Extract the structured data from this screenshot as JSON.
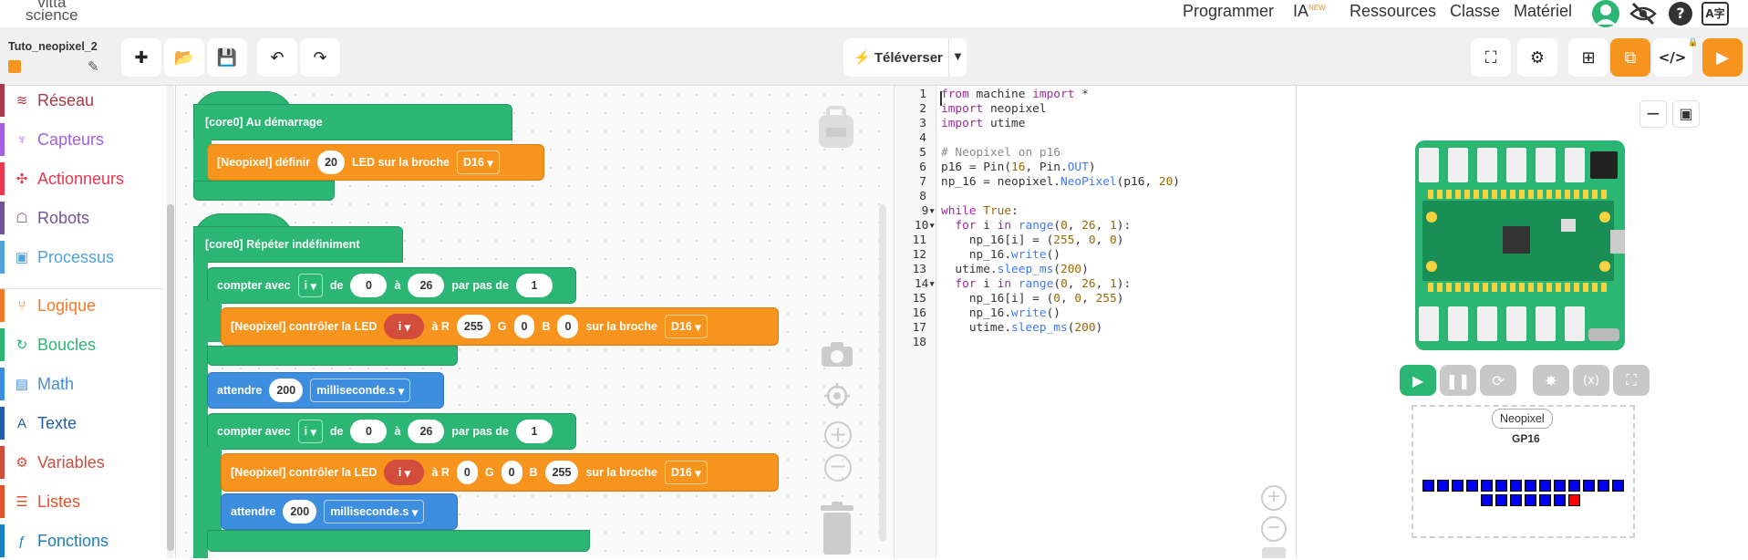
{
  "nav": {
    "logo_line1": "vitta",
    "logo_line2": "science",
    "items": [
      "Programmer",
      "IA",
      "Ressources",
      "Classe",
      "Matériel"
    ],
    "ia_badge": "NEW"
  },
  "toolbar": {
    "project_name": "Tuto_neopixel_2",
    "upload_label": "Téléverser"
  },
  "sidebar": {
    "categories": [
      {
        "label": "Réseau",
        "icon": "wifi-icon",
        "color": "#a83a4b"
      },
      {
        "label": "Capteurs",
        "icon": "plug-icon",
        "color": "#a55fe3"
      },
      {
        "label": "Actionneurs",
        "icon": "fan-icon",
        "color": "#e8374f"
      },
      {
        "label": "Robots",
        "icon": "robot-icon",
        "color": "#6f5594"
      },
      {
        "label": "Processus",
        "icon": "cpu-icon",
        "color": "#4fa3d9"
      },
      {
        "label": "Logique",
        "icon": "branch-icon",
        "color": "#f07a29"
      },
      {
        "label": "Boucles",
        "icon": "loop-icon",
        "color": "#2bb673"
      },
      {
        "label": "Math",
        "icon": "calculator-icon",
        "color": "#3e8ee0"
      },
      {
        "label": "Texte",
        "icon": "text-icon",
        "color": "#1f5fa8"
      },
      {
        "label": "Variables",
        "icon": "gear-icon",
        "color": "#d24d3b"
      },
      {
        "label": "Listes",
        "icon": "list-icon",
        "color": "#e0532c"
      },
      {
        "label": "Fonctions",
        "icon": "function-icon",
        "color": "#1a7fc6"
      }
    ]
  },
  "blocks": {
    "start_label": "[core0] Au démarrage",
    "define_prefix": "[Neopixel] définir",
    "define_count": "20",
    "define_suffix": "LED sur la broche",
    "pin": "D16",
    "forever_label": "[core0] Répéter indéfiniment",
    "loop1": {
      "prefix": "compter avec",
      "var": "i",
      "de": "de",
      "from": "0",
      "a": "à",
      "to": "26",
      "step_label": "par pas de",
      "step": "1"
    },
    "set1": {
      "prefix": "[Neopixel] contrôler la LED",
      "var": "i",
      "r_label": "à R",
      "r": "255",
      "g_label": "G",
      "g": "0",
      "b_label": "B",
      "b": "0",
      "pin_label": "sur la broche",
      "pin": "D16"
    },
    "wait1": {
      "label": "attendre",
      "value": "200",
      "unit": "milliseconde.s"
    },
    "loop2": {
      "prefix": "compter avec",
      "var": "i",
      "de": "de",
      "from": "0",
      "a": "à",
      "to": "26",
      "step_label": "par pas de",
      "step": "1"
    },
    "set2": {
      "prefix": "[Neopixel] contrôler la LED",
      "var": "i",
      "r_label": "à R",
      "r": "0",
      "g_label": "G",
      "g": "0",
      "b_label": "B",
      "b": "255",
      "pin_label": "sur la broche",
      "pin": "D16"
    },
    "wait2": {
      "label": "attendre",
      "value": "200",
      "unit": "milliseconde.s"
    }
  },
  "code": {
    "line_numbers": [
      "1",
      "2",
      "3",
      "4",
      "5",
      "6",
      "7",
      "8",
      "9",
      "10",
      "11",
      "12",
      "13",
      "14",
      "15",
      "16",
      "17",
      "18"
    ]
  },
  "simulator": {
    "neopixel_label": "Neopixel",
    "pin_label": "GP16",
    "led_rows": [
      {
        "count": 14,
        "red_index": -1
      },
      {
        "count": 7,
        "red_index": 6
      }
    ]
  }
}
